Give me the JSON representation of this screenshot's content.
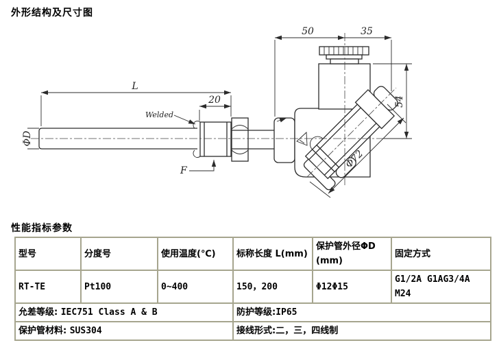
{
  "headings": {
    "drawing": "外形结构及尺寸图",
    "specs": "性能指标参数"
  },
  "drawing": {
    "labels": {
      "dim_50": "50",
      "dim_35": "35",
      "dim_54": "54",
      "dim_L": "L",
      "dim_20": "20",
      "dim_phi72": "Φ72",
      "dim_phiD": "ΦD",
      "welded": "Welded",
      "fitting_F": "F"
    }
  },
  "table": {
    "border_color": "#a6a58e",
    "columns": [
      "型号",
      "分度号",
      "使用温度(℃)",
      "标称长度 L(mm)",
      "保护管外径ΦD (mm)",
      "固定方式"
    ],
    "row": {
      "model": "RT-TE",
      "graduation": "Pt100",
      "temp_range": "0~400",
      "lengths": "150，200",
      "diameters": "Φ12Φ15",
      "mounting": "G1/2A G1AG3/4A M24"
    },
    "footer_rows": [
      {
        "left_label": "允差等级: ",
        "left_value": "IEC751 Class A & B",
        "right_label": "防护等级:",
        "right_value": "IP65"
      },
      {
        "left_label": "保护管材料: ",
        "left_value": "SUS304",
        "right_label": "接线形式:二，三，四线制",
        "right_value": ""
      }
    ]
  }
}
